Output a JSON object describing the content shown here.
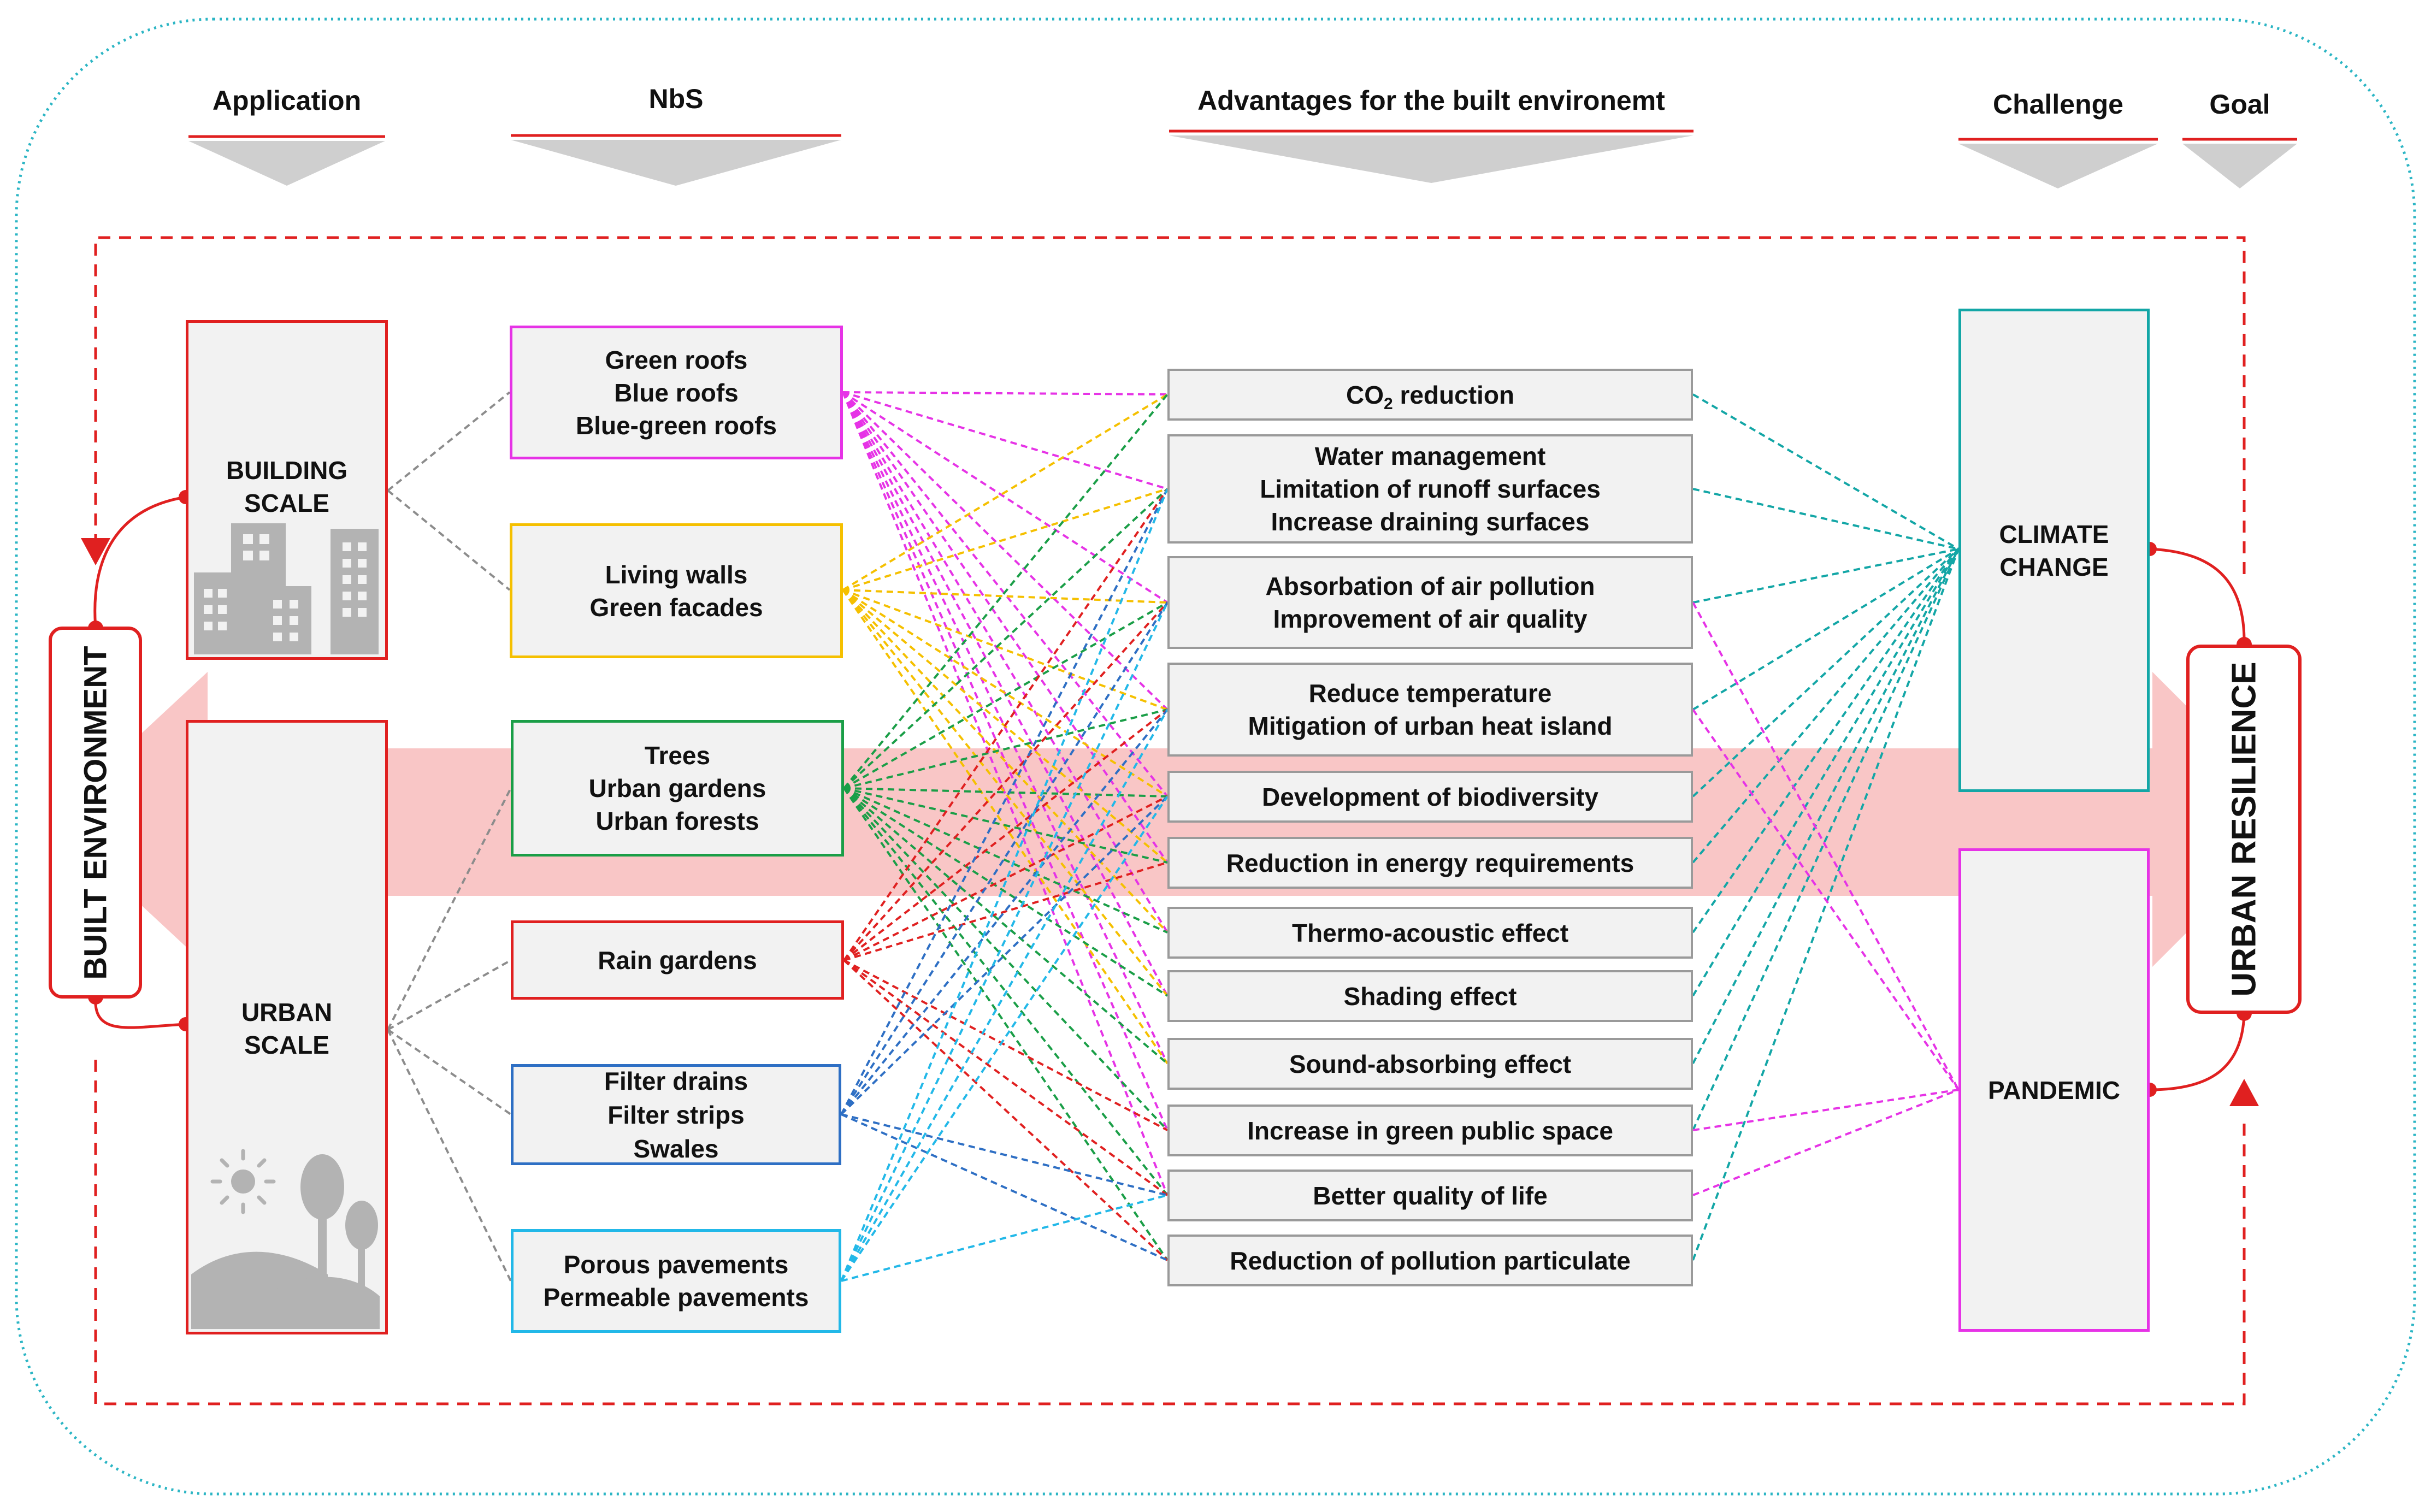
{
  "headers": {
    "application": "Application",
    "nbs": "NbS",
    "advantages": "Advantages for the built environemt",
    "challenge": "Challenge",
    "goal": "Goal"
  },
  "application": {
    "building_line1": "BUILDING",
    "building_line2": "SCALE",
    "urban_line1": "URBAN",
    "urban_line2": "SCALE"
  },
  "nbs": [
    {
      "lines": [
        "Green roofs",
        "Blue roofs",
        "Blue-green roofs"
      ],
      "color": "#e633e6"
    },
    {
      "lines": [
        "Living walls",
        "Green facades"
      ],
      "color": "#f5c000"
    },
    {
      "lines": [
        "Trees",
        "Urban gardens",
        "Urban forests"
      ],
      "color": "#1a9e47"
    },
    {
      "lines": [
        "Rain gardens"
      ],
      "color": "#e02020"
    },
    {
      "lines": [
        "Filter drains",
        "Filter strips",
        "Swales"
      ],
      "color": "#2e6fc4"
    },
    {
      "lines": [
        "Porous pavements",
        "Permeable pavements"
      ],
      "color": "#22b8e8"
    }
  ],
  "advantages": [
    {
      "prefix": "CO",
      "sub": "2",
      "suffix": " reduction"
    },
    {
      "lines": [
        "Water management",
        "Limitation of runoff surfaces",
        "Increase draining surfaces"
      ]
    },
    {
      "lines": [
        "Absorbation of air pollution",
        "Improvement of air quality"
      ]
    },
    {
      "lines": [
        "Reduce temperature",
        "Mitigation of urban heat island"
      ]
    },
    {
      "lines": [
        "Development of biodiversity"
      ]
    },
    {
      "lines": [
        "Reduction in energy requirements"
      ]
    },
    {
      "lines": [
        "Thermo-acoustic effect"
      ]
    },
    {
      "lines": [
        "Shading effect"
      ]
    },
    {
      "lines": [
        "Sound-absorbing effect"
      ]
    },
    {
      "lines": [
        "Increase in green public space"
      ]
    },
    {
      "lines": [
        "Better quality of life"
      ]
    },
    {
      "lines": [
        "Reduction of pollution particulate"
      ]
    }
  ],
  "challenges": {
    "climate_line1": "CLIMATE",
    "climate_line2": "CHANGE",
    "pandemic": "PANDEMIC"
  },
  "side_labels": {
    "left": "BUILT ENVIRONMENT",
    "right": "URBAN RESILIENCE"
  },
  "colors": {
    "red": "#e02020",
    "teal": "#13a6a6",
    "magenta": "#e633e6",
    "gray": "#8c8c8c",
    "pink_band": "#f9c6c6",
    "outer_border": "#2bb5c4"
  }
}
